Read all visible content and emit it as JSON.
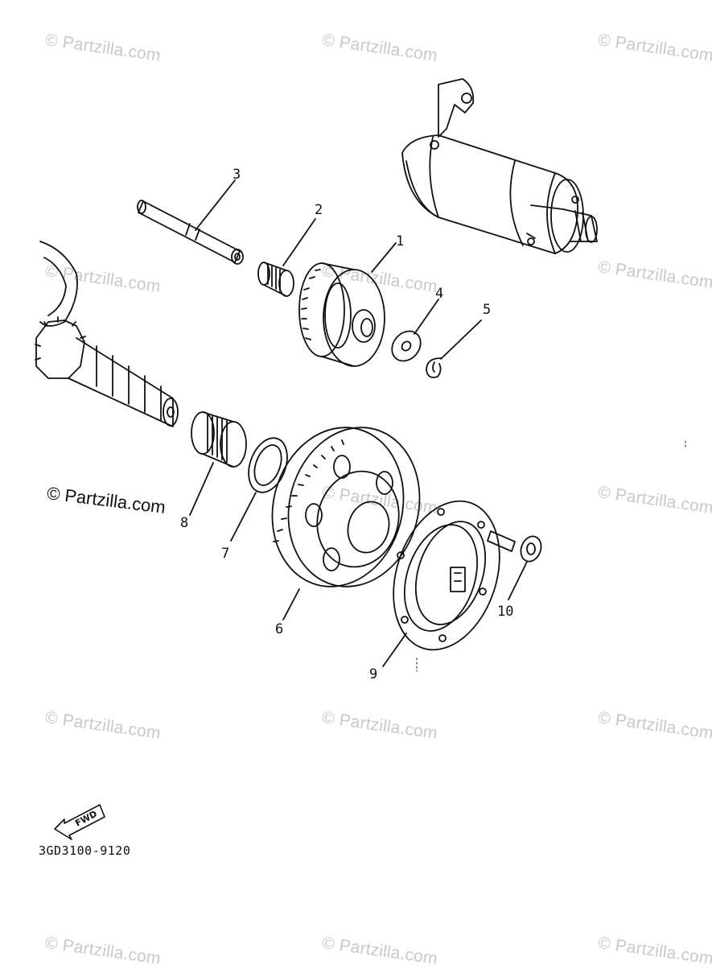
{
  "watermark_text": "© Partzilla.com",
  "callouts": [
    "1",
    "2",
    "3",
    "4",
    "5",
    "6",
    "7",
    "8",
    "9",
    "10"
  ],
  "fwd_label": "FWD",
  "diagram_code": "3GD3100-9120"
}
